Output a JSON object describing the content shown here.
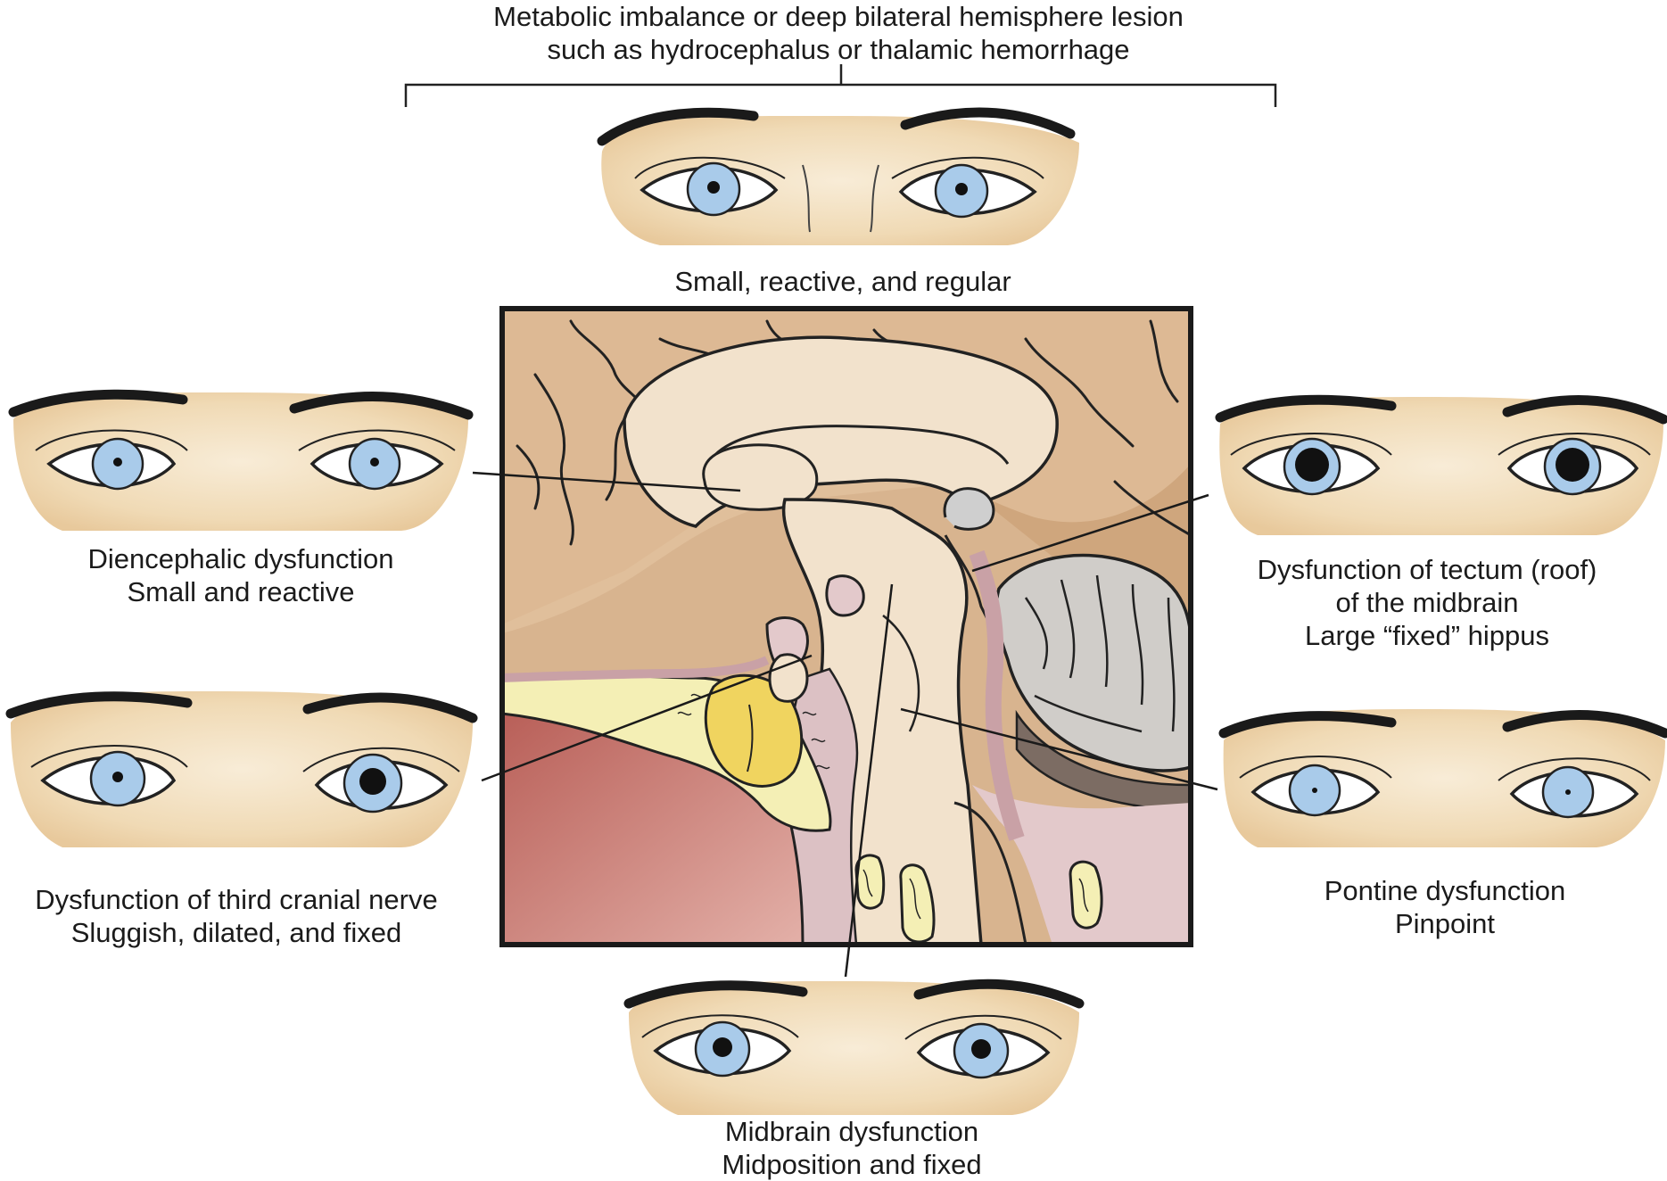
{
  "labels": {
    "top": {
      "line1": "Metabolic imbalance or deep bilateral hemisphere lesion",
      "line2": "such as hydrocephalus or thalamic hemorrhage",
      "caption": "Small, reactive, and regular"
    },
    "diencephalic": {
      "line1": "Diencephalic dysfunction",
      "line2": "Small and reactive"
    },
    "third_nerve": {
      "line1": "Dysfunction of third cranial nerve",
      "line2": "Sluggish, dilated, and fixed"
    },
    "tectum": {
      "line1": "Dysfunction of tectum (roof)",
      "line2": "of the midbrain",
      "line3": "Large “fixed” hippus"
    },
    "pontine": {
      "line1": "Pontine dysfunction",
      "line2": "Pinpoint"
    },
    "midbrain": {
      "line1": "Midbrain dysfunction",
      "line2": "Midposition and fixed"
    }
  },
  "colors": {
    "skin": "#f1dcb8",
    "brain_tan": "#d9b694",
    "brain_dark": "#b98a5e",
    "cerebrum_light": "#f2e2cc",
    "cerebellum": "#d0cdc9",
    "pink": "#c9a1a6",
    "bone_yellow": "#f4efb5",
    "nasal_red": "#c1716a",
    "iris": "#a9cbea"
  },
  "eye_pairs": [
    {
      "name": "small-reactive-regular",
      "left_pupil": "small",
      "right_pupil": "small"
    },
    {
      "name": "diencephalic",
      "left_pupil": "small",
      "right_pupil": "small"
    },
    {
      "name": "third-nerve",
      "left_pupil": "small",
      "right_pupil": "dilated"
    },
    {
      "name": "tectum",
      "left_pupil": "large",
      "right_pupil": "large"
    },
    {
      "name": "pontine",
      "left_pupil": "pinpoint",
      "right_pupil": "pinpoint"
    },
    {
      "name": "midbrain",
      "left_pupil": "midposition",
      "right_pupil": "midposition"
    }
  ]
}
